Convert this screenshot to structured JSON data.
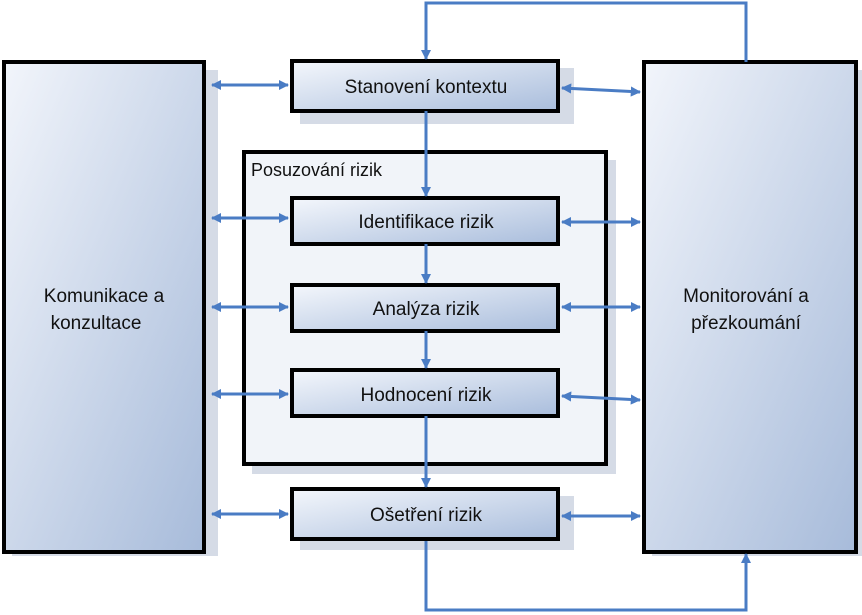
{
  "diagram": {
    "left_panel": {
      "line1": "Komunikace a",
      "line2": "konzultace"
    },
    "right_panel": {
      "line1": "Monitorování a",
      "line2": "přezkoumání"
    },
    "group": {
      "label": "Posuzování rizik"
    },
    "steps": [
      {
        "label": "Stanovení kontextu"
      },
      {
        "label": "Identifikace rizik"
      },
      {
        "label": "Analýza rizik"
      },
      {
        "label": "Hodnocení rizik"
      },
      {
        "label": "Ošetření rizik"
      }
    ]
  },
  "colors": {
    "arrow": "#4a7cc4",
    "border": "#000000",
    "panel_fill_light": "#f0f4fa",
    "panel_fill_dark": "#a9bddc",
    "group_fill": "#f1f4f9",
    "shadow": "#c8cfdb"
  }
}
